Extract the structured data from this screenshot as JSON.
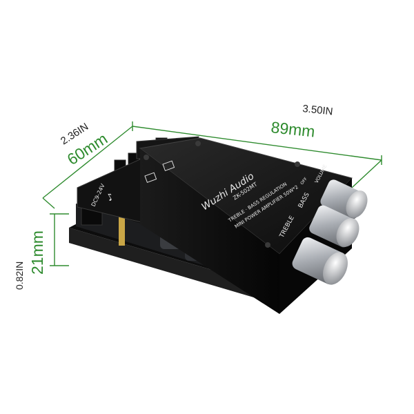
{
  "dimensions": {
    "length_in": "3.50IN",
    "length_mm": "89mm",
    "width_in": "2.36IN",
    "width_mm": "60mm",
    "height_mm": "21mm",
    "height_in": "0.82IN"
  },
  "board": {
    "brand": "Wuzhi Audio",
    "model": "ZK-502MT",
    "desc_line1": "TREBLE · BASS REGULATION",
    "desc_line2": "MINI POWER AMPLIFIER 50W*2",
    "label_treble": "TREBLE",
    "label_bass": "BASS",
    "label_volume": "VOLUME",
    "label_off": "OFF",
    "label_power": "DC9-24V"
  },
  "colors": {
    "dimension_lines": "#2e8b2e",
    "board": "#151515",
    "knob": "#c8cbd0"
  }
}
